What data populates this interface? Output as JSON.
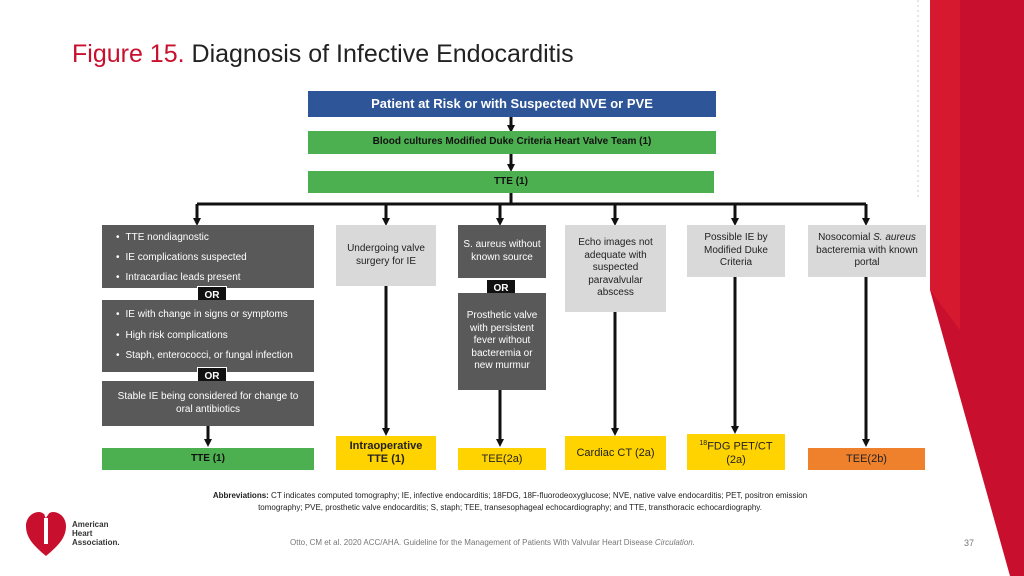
{
  "title": {
    "figure": "Figure 15.",
    "text": "Diagnosis of Infective Endocarditis"
  },
  "top_box": "Patient at Risk or with Suspected NVE or PVE",
  "blood_box": "Blood cultures Modified Duke Criteria Heart Valve Team (1)",
  "tte_box": "TTE (1)",
  "col1": {
    "list_a": [
      "TTE nondiagnostic",
      "IE complications suspected",
      "Intracardiac leads present"
    ],
    "list_b": [
      "IE with change in signs or symptoms",
      "High risk complications",
      "Staph, enterococci, or fungal infection"
    ],
    "stable": "Stable IE being considered for change to oral antibiotics",
    "result": "TTE (1)"
  },
  "or_label": "OR",
  "col2": {
    "box": "Undergoing valve surgery for IE",
    "result": "Intraoperative TTE (1)"
  },
  "col3": {
    "box": "S. aureus without known source",
    "box2": "Prosthetic valve with persistent fever without bacteremia or new murmur",
    "result": "TEE(2a)"
  },
  "col4": {
    "box": "Echo images not adequate with suspected paravalvular abscess",
    "result": "Cardiac CT (2a)"
  },
  "col5": {
    "box": "Possible IE by Modified Duke Criteria",
    "result_sup": "18",
    "result": "FDG PET/CT (2a)"
  },
  "col6": {
    "box_a": "Nosocomial ",
    "box_b": "S. aureus",
    "box_c": " bacteremia with known portal",
    "result": "TEE(2b)"
  },
  "abbreviations": {
    "label": "Abbreviations:",
    "text": " CT indicates computed tomography; IE, infective endocarditis; 18FDG, 18F-fluorodeoxyglucose; NVE, native valve endocarditis; PET, positron emission tomography; PVE, prosthetic valve endocarditis; S, staph; TEE, transesophageal echocardiography; and TTE, transthoracic echocardiography."
  },
  "citation": {
    "text": "Otto, CM et al. 2020 ACC/AHA. Guideline for the Management of Patients With Valvular Heart Disease ",
    "journal": "Circulation."
  },
  "page_number": "37",
  "logo_text": [
    "American",
    "Heart",
    "Association."
  ],
  "colors": {
    "blue": "#2e5597",
    "green": "#4caf50",
    "yellow": "#ffd300",
    "orange": "#f0812c",
    "dark": "#595959",
    "light": "#d9d9d9",
    "red": "#c8102e"
  }
}
